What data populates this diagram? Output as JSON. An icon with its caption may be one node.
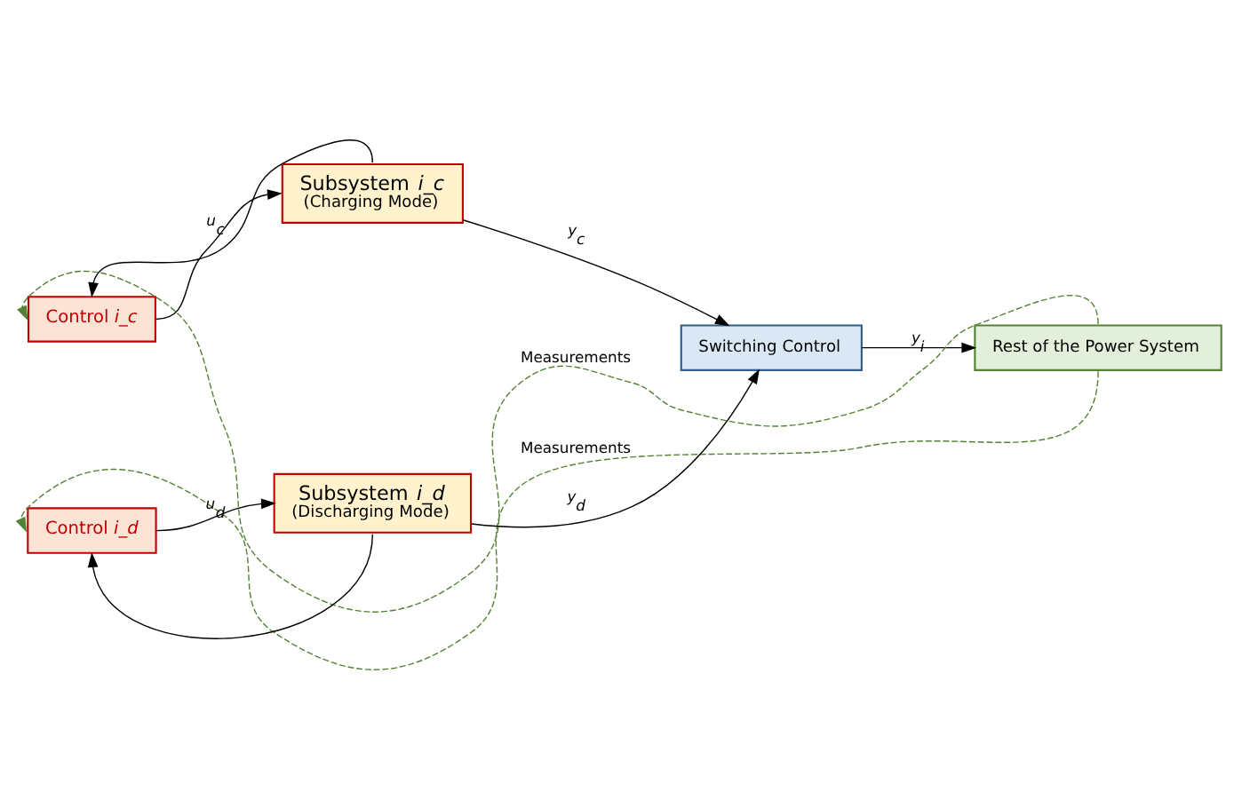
{
  "diagram": {
    "nodes": [
      {
        "text": [
          "Control *i_c*"
        ]
      },
      {
        "text": [
          "Subsystem *i_c*",
          "(Charging Mode)"
        ]
      },
      {
        "text": [
          "Switching Control"
        ]
      },
      {
        "text": [
          "Rest of the Power System"
        ]
      },
      {
        "text": [
          "Control *i_d*"
        ]
      },
      {
        "text": [
          "Subsystem *i_d*",
          "(Discharging Mode)"
        ]
      }
    ],
    "edges": [
      {
        "from": 0,
        "to": 1,
        "arrow": "to",
        "label": "*u*$_{c}$"
      },
      {
        "from": 1,
        "to": 2,
        "arrow": "to",
        "label": "*y*$_{c}$"
      },
      {
        "from": 1,
        "to": 0,
        "arrow": "to"
      },
      {
        "from": 4,
        "to": 5,
        "arrow": "to",
        "label": "*u*$_{d}$"
      },
      {
        "from": 5,
        "to": 2,
        "arrow": "to",
        "label": "*y*$_{d}$"
      },
      {
        "from": 5,
        "to": 4,
        "arrow": "to"
      },
      {
        "from": 2,
        "to": 3,
        "arrow": "to",
        "label": "*y*$_{i}$"
      },
      {
        "from": 3,
        "to": 0,
        "arrow": "to",
        "label": "Measurements",
        "style": "dashed",
        "color": "#548235"
      },
      {
        "from": 3,
        "to": 4,
        "arrow": "to",
        "label": "Measurements",
        "style": "dashed",
        "color": "#548235"
      }
    ]
  }
}
